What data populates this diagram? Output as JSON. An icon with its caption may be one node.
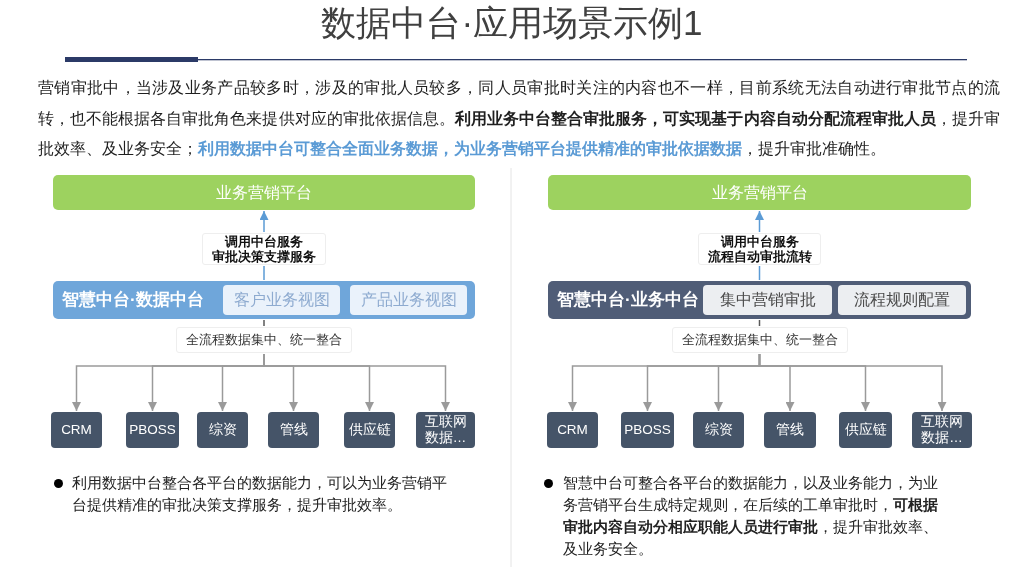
{
  "diagram": {
    "title": "数据中台·应用场景示例1",
    "nodes": [
      {
        "text": [
          "业务营销平台"
        ]
      },
      {
        "text": [
          "调用中台服务",
          "审批决策支撑服务"
        ]
      },
      {
        "text": [
          "智慧中台·数据中台"
        ]
      },
      {
        "text": [
          "客户业务视图"
        ],
        "in": 2
      },
      {
        "text": [
          "产品业务视图"
        ],
        "in": 2
      },
      {
        "text": [
          "全流程数据集中、统一整合"
        ]
      },
      {
        "text": [
          "CRM"
        ]
      },
      {
        "text": [
          "PBOSS"
        ]
      },
      {
        "text": [
          "综资"
        ]
      },
      {
        "text": [
          "管线"
        ]
      },
      {
        "text": [
          "供应链"
        ]
      },
      {
        "text": [
          "互联网数据…"
        ]
      },
      {
        "text": [
          "业务营销平台"
        ]
      },
      {
        "text": [
          "调用中台服务",
          "流程自动审批流转"
        ]
      },
      {
        "text": [
          "智慧中台·业务中台"
        ]
      },
      {
        "text": [
          "集中营销审批"
        ],
        "in": 14
      },
      {
        "text": [
          "流程规则配置"
        ],
        "in": 14
      },
      {
        "text": [
          "全流程数据集中、统一整合"
        ]
      },
      {
        "text": [
          "CRM"
        ]
      },
      {
        "text": [
          "PBOSS"
        ]
      },
      {
        "text": [
          "综资"
        ]
      },
      {
        "text": [
          "管线"
        ]
      },
      {
        "text": [
          "供应链"
        ]
      },
      {
        "text": [
          "互联网数据…"
        ]
      }
    ],
    "edges": [
      {
        "from": 2,
        "to": 1,
        "arrow": "none",
        "color": "#5b9bd5"
      },
      {
        "from": 1,
        "to": 0,
        "arrow": "to",
        "color": "#5b9bd5"
      },
      {
        "from": 2,
        "to": 5,
        "arrow": "none",
        "color": "#595959"
      },
      {
        "from": 5,
        "to": 6,
        "arrow": "to"
      },
      {
        "from": 5,
        "to": 7,
        "arrow": "to"
      },
      {
        "from": 5,
        "to": 8,
        "arrow": "to"
      },
      {
        "from": 5,
        "to": 9,
        "arrow": "to"
      },
      {
        "from": 5,
        "to": 10,
        "arrow": "to"
      },
      {
        "from": 5,
        "to": 11,
        "arrow": "to"
      },
      {
        "from": 14,
        "to": 13,
        "arrow": "none",
        "color": "#5b9bd5"
      },
      {
        "from": 13,
        "to": 12,
        "arrow": "to",
        "color": "#5b9bd5"
      },
      {
        "from": 14,
        "to": 17,
        "arrow": "none",
        "color": "#595959"
      },
      {
        "from": 17,
        "to": 18,
        "arrow": "to"
      },
      {
        "from": 17,
        "to": 19,
        "arrow": "to"
      },
      {
        "from": 17,
        "to": 20,
        "arrow": "to"
      },
      {
        "from": 17,
        "to": 21,
        "arrow": "to"
      },
      {
        "from": 17,
        "to": 22,
        "arrow": "to"
      },
      {
        "from": 17,
        "to": 23,
        "arrow": "to"
      }
    ],
    "labels": [
      "营销审批中，当涉及业务产品较多时，涉及的审批人员较多，同人员审批时关注的内容也不一样，目前系统无法自动进行审批节点的流转，也不能根据各自审批角色来提供对应的审批依据信息。**利用业务中台整合审批服务，可实现基于内容自动分配流程审批人员**，提升审批效率、及业务安全；**利用数据中台可整合全面业务数据，为业务营销平台提供精准的审批依据数据**，提升审批准确性。",
      "利用数据中台整合各平台的数据能力，可以为业务营销平台提供精准的审批决策支撑服务，提升审批效率。",
      "智慧中台可整合各平台的数据能力，以及业务能力，为业务营销平台生成特定规则，在后续的工单审批时，**可根据审批内容自动分相应职能人员进行审批**，提升审批效率、及业务安全。"
    ]
  }
}
